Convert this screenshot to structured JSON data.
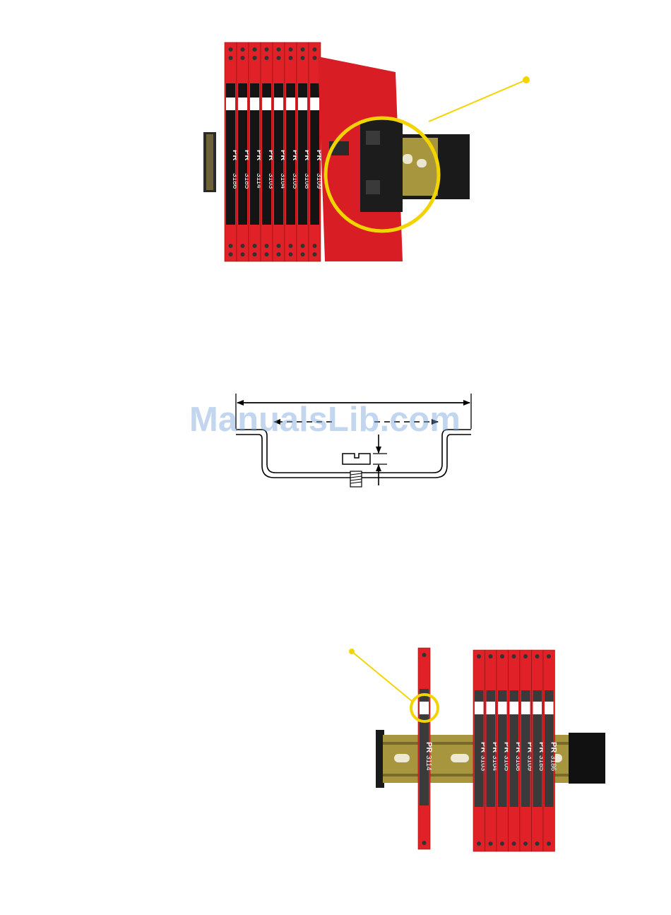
{
  "watermark": "ManualsLib.com",
  "brand": "PR",
  "top_module_numbers": [
    "3186",
    "3185",
    "3114",
    "3103",
    "3104",
    "3105",
    "3108",
    "3109"
  ],
  "bottom_detached_module": "3114",
  "bottom_module_numbers": [
    "3103",
    "3104",
    "3105",
    "3108",
    "3109",
    "3185",
    "3186"
  ],
  "colors": {
    "module_red": "#e02127",
    "module_black": "#141414",
    "callout_yellow": "#f2d500",
    "rail_metal": "#a8963f"
  }
}
